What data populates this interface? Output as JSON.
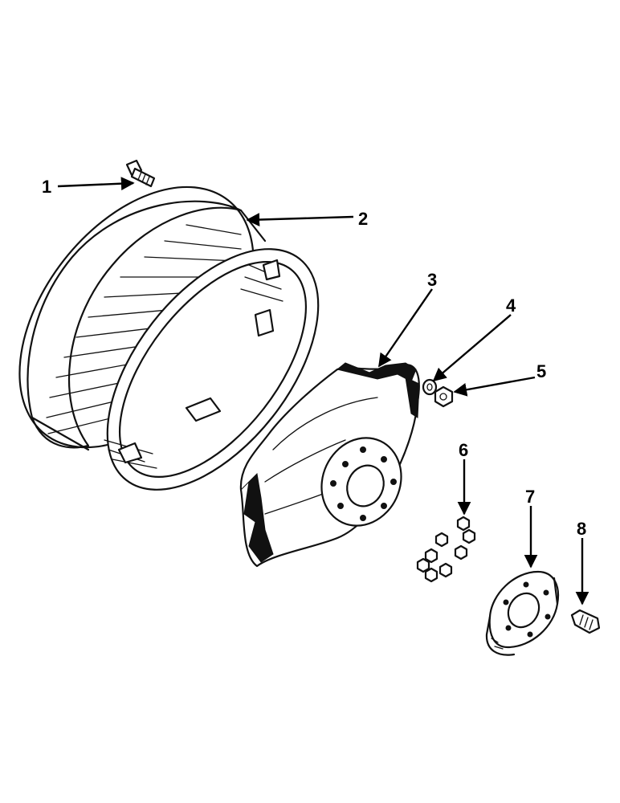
{
  "callouts": [
    {
      "id": "1",
      "label": "1"
    },
    {
      "id": "2",
      "label": "2"
    },
    {
      "id": "3",
      "label": "3"
    },
    {
      "id": "4",
      "label": "4"
    },
    {
      "id": "5",
      "label": "5"
    },
    {
      "id": "6",
      "label": "6"
    },
    {
      "id": "7",
      "label": "7"
    },
    {
      "id": "8",
      "label": "8"
    }
  ],
  "colors": {
    "ink": "#111111",
    "paper": "#ffffff"
  }
}
